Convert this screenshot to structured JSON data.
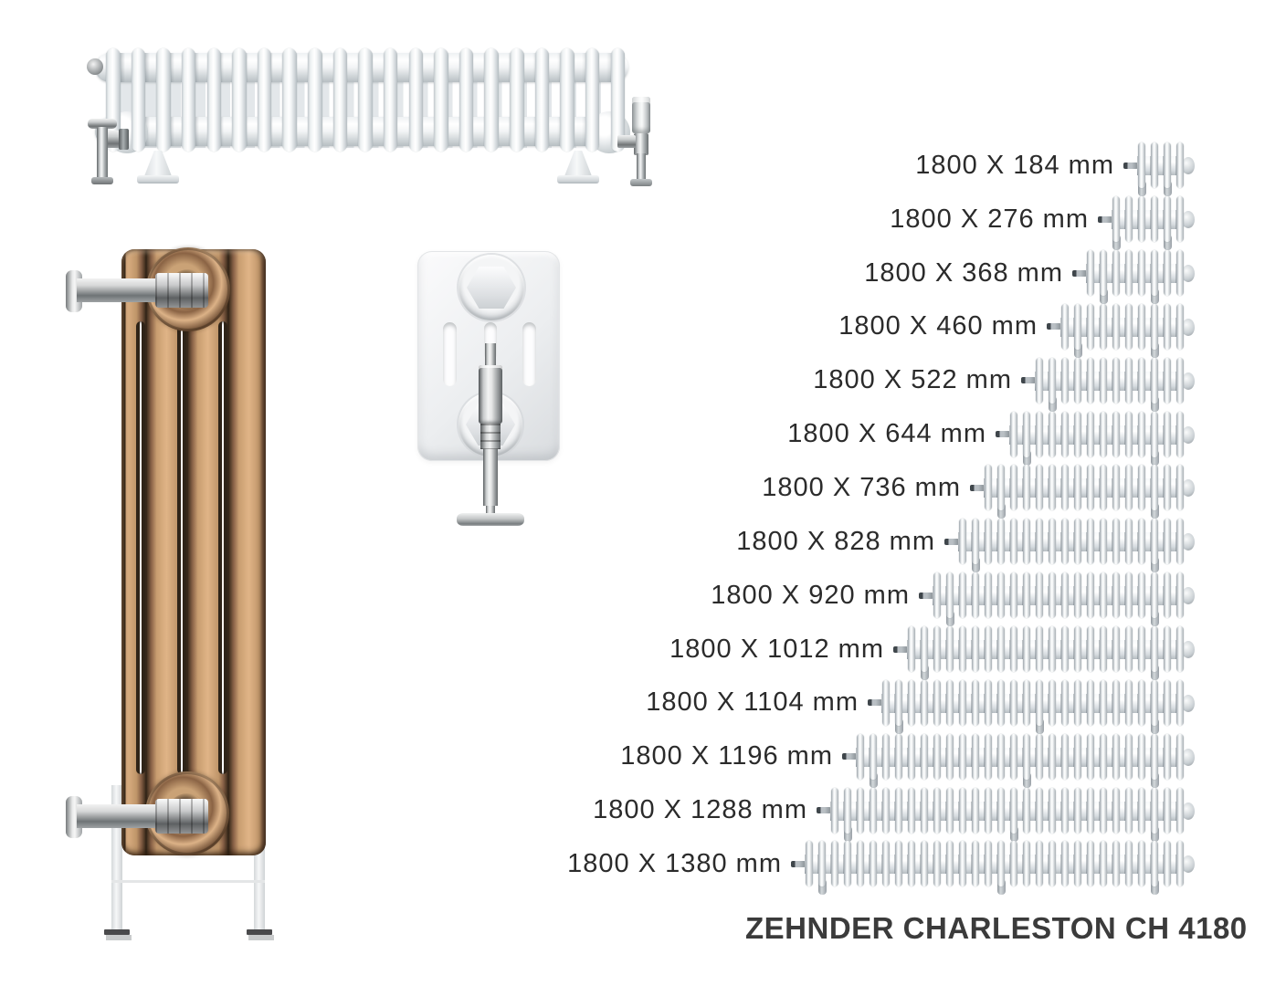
{
  "title": {
    "text": "ZEHNDER CHARLESTON CH 4180"
  },
  "colors": {
    "background": "#ffffff",
    "label_text": "#2b2b2b",
    "title_text": "#3b3b3b",
    "copper_body": "#b5845c",
    "radiator_white": "#f2f4f5",
    "chrome": "#9ea2a4"
  },
  "hero_radiator": {
    "columns": 21
  },
  "size_list": {
    "items": [
      {
        "label": "1800 X 184 mm",
        "width_mm": 184,
        "columns": 4
      },
      {
        "label": "1800 X 276 mm",
        "width_mm": 276,
        "columns": 6
      },
      {
        "label": "1800 X 368 mm",
        "width_mm": 368,
        "columns": 8
      },
      {
        "label": "1800 X 460 mm",
        "width_mm": 460,
        "columns": 10
      },
      {
        "label": "1800 X 522 mm",
        "width_mm": 522,
        "columns": 12
      },
      {
        "label": "1800 X 644 mm",
        "width_mm": 644,
        "columns": 14
      },
      {
        "label": "1800 X 736 mm",
        "width_mm": 736,
        "columns": 16
      },
      {
        "label": "1800 X 828 mm",
        "width_mm": 828,
        "columns": 18
      },
      {
        "label": "1800 X 920 mm",
        "width_mm": 920,
        "columns": 20
      },
      {
        "label": "1800 X 1012 mm",
        "width_mm": 1012,
        "columns": 22
      },
      {
        "label": "1800 X 1104 mm",
        "width_mm": 1104,
        "columns": 24
      },
      {
        "label": "1800 X 1196 mm",
        "width_mm": 1196,
        "columns": 26
      },
      {
        "label": "1800 X 1288 mm",
        "width_mm": 1288,
        "columns": 28
      },
      {
        "label": "1800 X 1380 mm",
        "width_mm": 1380,
        "columns": 30
      }
    ]
  }
}
